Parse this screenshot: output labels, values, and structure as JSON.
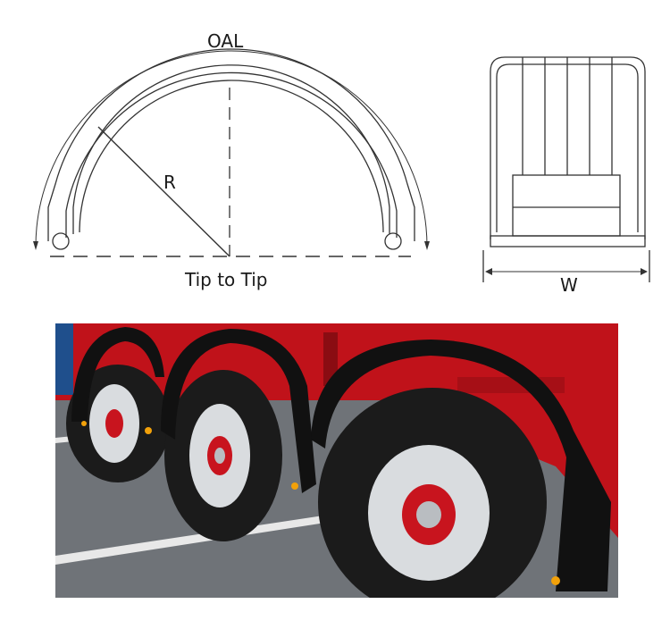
{
  "diagram": {
    "oal_label": "OAL",
    "radius_label": "R",
    "tip_to_tip_label": "Tip to Tip",
    "width_label": "W"
  },
  "photo": {
    "subject": "tri-axle trailer wheels with black mudguards",
    "colors": {
      "trailer_body": "#c0121a",
      "mudguard": "#111111",
      "tyre": "#1b1b1b",
      "rim": "#d9dcdf",
      "hub": "#c8141e",
      "reflector": "#f2a10a",
      "pavement": "#6f7378",
      "parking_line": "#e8e8e8"
    }
  }
}
